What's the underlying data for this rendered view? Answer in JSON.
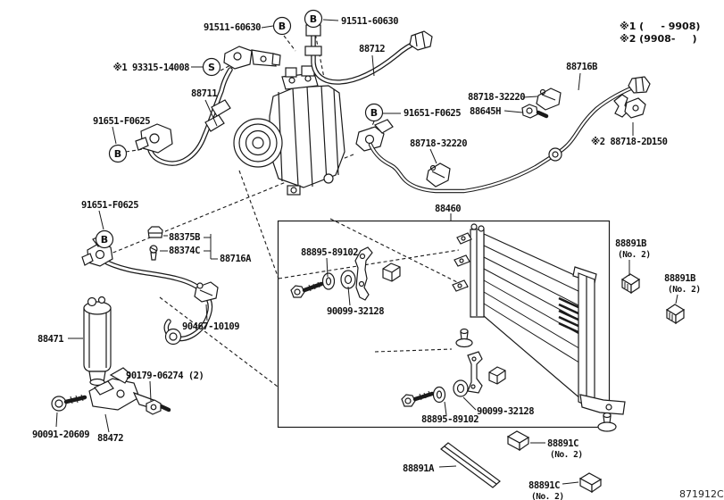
{
  "colors": {
    "line": "#1a1a1a",
    "background": "#ffffff"
  },
  "notes": {
    "note1": "※1 (     - 9908)",
    "note2": "※2 (9908-     )"
  },
  "marks": {
    "b1": "B",
    "b2": "B",
    "s1": "S",
    "b3": "B",
    "b4": "B",
    "b5": "B"
  },
  "labels": {
    "bolt_91511_left": "91511-60630",
    "bolt_91511_right": "91511-60630",
    "oring_93315": "※1 93315-14008",
    "hose_88711": "88711",
    "hose_88712": "88712",
    "oring_91651_upper": "91651-F0625",
    "oring_91651_center": "91651-F0625",
    "oring_91651_lower": "91651-F0625",
    "clamp_88718_32220_upper": "88718-32220",
    "valve_88645h": "88645H",
    "pipe_88716b": "88716B",
    "clamp_88718_2d150": "※2 88718-2D150",
    "clamp_88718_32220_lower": "88718-32220",
    "condenser_88460": "88460",
    "cap_88375b": "88375B",
    "valve_88374c": "88374C",
    "hose_88716a": "88716A",
    "bracket_88895_upper": "88895-89102",
    "cushion_90099_upper": "90099-32128",
    "clamp_90467": "90467-10109",
    "drier_88471": "88471",
    "nut_90179": "90179-06274 (2)",
    "bolt_90091": "90091-20609",
    "bracket_88472": "88472",
    "seal_88891b_1": "88891B",
    "seal_88891b_1_no": "(No. 2)",
    "seal_88891b_2": "88891B",
    "seal_88891b_2_no": "(No. 2)",
    "cushion_90099_lower": "90099-32128",
    "bracket_88895_lower": "88895-89102",
    "seal_88891c_1": "88891C",
    "seal_88891c_1_no": "(No. 2)",
    "seal_88891a": "88891A",
    "seal_88891c_2": "88891C",
    "seal_88891c_2_no": "(No. 2)"
  },
  "footer_code": "871912C"
}
